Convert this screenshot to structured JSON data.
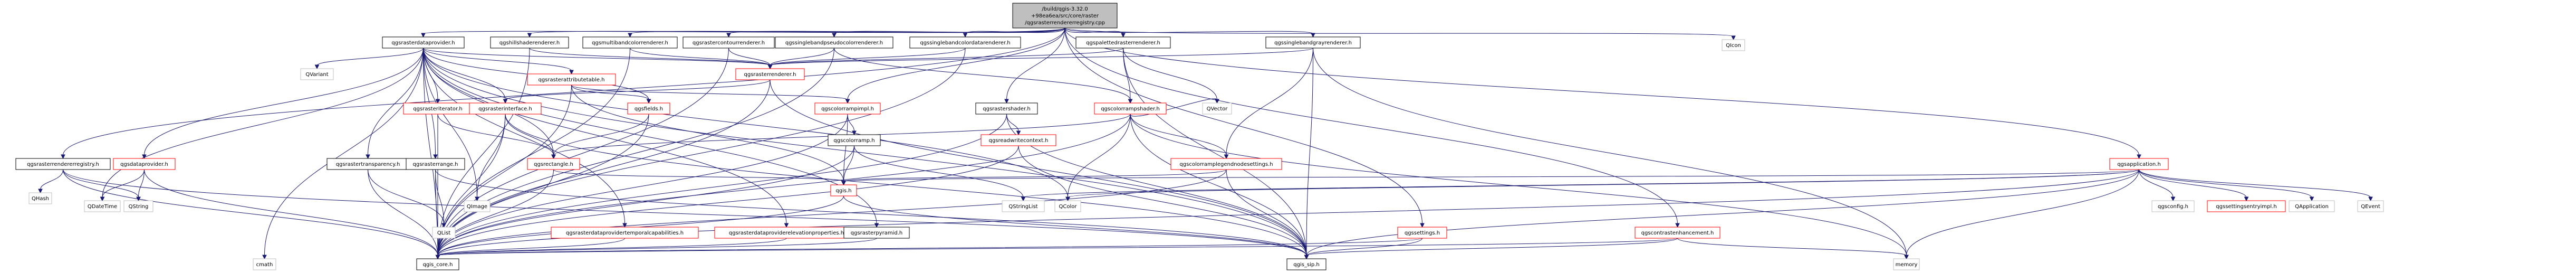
{
  "colors": {
    "edge": "#191970",
    "root_fill": "#bfbfbf",
    "red_border": "#ff0000",
    "plain_border": "#bfbfbf",
    "normal_border": "#000000"
  },
  "nodes": [
    {
      "id": "root",
      "lines": [
        "/build/qgis-3.32.0",
        "+98ea6ea/src/core/raster",
        "/qgsrasterrendererregistry.cpp"
      ],
      "style": "root"
    },
    {
      "id": "qgsrasterdataprovider",
      "lines": [
        "qgsrasterdataprovider.h"
      ],
      "style": "normal"
    },
    {
      "id": "qgshillshaderenderer",
      "lines": [
        "qgshillshaderenderer.h"
      ],
      "style": "normal"
    },
    {
      "id": "qgsmultibandcolorrenderer",
      "lines": [
        "qgsmultibandcolorrenderer.h"
      ],
      "style": "normal"
    },
    {
      "id": "qgsrastercontourrenderer",
      "lines": [
        "qgsrastercontourrenderer.h"
      ],
      "style": "normal"
    },
    {
      "id": "qgssinglebandpseudocolorrenderer",
      "lines": [
        "qgssinglebandpseudocolorrenderer.h"
      ],
      "style": "normal"
    },
    {
      "id": "qgssinglebandcolordatarenderer",
      "lines": [
        "qgssinglebandcolordatarenderer.h"
      ],
      "style": "normal"
    },
    {
      "id": "qgspalettedrasterrenderer",
      "lines": [
        "qgspalettedrasterrenderer.h"
      ],
      "style": "normal"
    },
    {
      "id": "qgssinglebandgrayrenderer",
      "lines": [
        "qgssinglebandgrayrenderer.h"
      ],
      "style": "normal"
    },
    {
      "id": "qicon",
      "lines": [
        "QIcon"
      ],
      "style": "plain"
    },
    {
      "id": "qvariant",
      "lines": [
        "QVariant"
      ],
      "style": "plain"
    },
    {
      "id": "qgsrasterrenderer",
      "lines": [
        "qgsrasterrenderer.h"
      ],
      "style": "red"
    },
    {
      "id": "qgsrasterattributetable",
      "lines": [
        "qgsrasterattributetable.h"
      ],
      "style": "red"
    },
    {
      "id": "qgsrasteriterator",
      "lines": [
        "qgsrasteriterator.h"
      ],
      "style": "red"
    },
    {
      "id": "qgsrasterinterface",
      "lines": [
        "qgsrasterinterface.h"
      ],
      "style": "red"
    },
    {
      "id": "qgsfields",
      "lines": [
        "qgsfields.h"
      ],
      "style": "red"
    },
    {
      "id": "qgscolorrampimpl",
      "lines": [
        "qgscolorrampimpl.h"
      ],
      "style": "red"
    },
    {
      "id": "qgsrastershader",
      "lines": [
        "qgsrastershader.h"
      ],
      "style": "normal"
    },
    {
      "id": "qgscolorrampshader",
      "lines": [
        "qgscolorrampshader.h"
      ],
      "style": "red"
    },
    {
      "id": "qgsrasterrendererregistry_h",
      "lines": [
        "qgsrasterrendererregistry.h"
      ],
      "style": "normal"
    },
    {
      "id": "qgsdataprovider",
      "lines": [
        "qgsdataprovider.h"
      ],
      "style": "red"
    },
    {
      "id": "qgsrastertransparency",
      "lines": [
        "qgsrastertransparency.h"
      ],
      "style": "normal"
    },
    {
      "id": "qgsrasterrange",
      "lines": [
        "qgsrasterrange.h"
      ],
      "style": "normal"
    },
    {
      "id": "qgsrectangle",
      "lines": [
        "qgsrectangle.h"
      ],
      "style": "red"
    },
    {
      "id": "qgscolorramp",
      "lines": [
        "qgscolorramp.h"
      ],
      "style": "normal"
    },
    {
      "id": "qgsreadwritecontext",
      "lines": [
        "qgsreadwritecontext.h"
      ],
      "style": "red"
    },
    {
      "id": "qgscolorramplegendnodesettings",
      "lines": [
        "qgscolorramplegendnodesettings.h"
      ],
      "style": "red"
    },
    {
      "id": "qgsapplication",
      "lines": [
        "qgsapplication.h"
      ],
      "style": "red"
    },
    {
      "id": "qhash",
      "lines": [
        "QHash"
      ],
      "style": "plain"
    },
    {
      "id": "qdatetime",
      "lines": [
        "QDateTime"
      ],
      "style": "plain"
    },
    {
      "id": "qstring",
      "lines": [
        "QString"
      ],
      "style": "plain"
    },
    {
      "id": "qimage",
      "lines": [
        "QImage"
      ],
      "style": "plain"
    },
    {
      "id": "qlist",
      "lines": [
        "QList"
      ],
      "style": "plain"
    },
    {
      "id": "qgsrasterdataprovidertemporalcapabilities",
      "lines": [
        "qgsrasterdataprovidertemporalcapabilities.h"
      ],
      "style": "red"
    },
    {
      "id": "qgsrasterdataproviderelevationproperties",
      "lines": [
        "qgsrasterdataproviderelevationproperties.h"
      ],
      "style": "red"
    },
    {
      "id": "qgsrasterpyramid",
      "lines": [
        "qgsrasterpyramid.h"
      ],
      "style": "normal"
    },
    {
      "id": "qgis",
      "lines": [
        "qgis.h"
      ],
      "style": "red"
    },
    {
      "id": "qstringlist",
      "lines": [
        "QStringList"
      ],
      "style": "plain"
    },
    {
      "id": "qcolor",
      "lines": [
        "QColor"
      ],
      "style": "plain"
    },
    {
      "id": "qvector",
      "lines": [
        "QVector"
      ],
      "style": "plain"
    },
    {
      "id": "qgssettings",
      "lines": [
        "qgssettings.h"
      ],
      "style": "red"
    },
    {
      "id": "qgscontrastenhancement",
      "lines": [
        "qgscontrastenhancement.h"
      ],
      "style": "red"
    },
    {
      "id": "qgsconfig",
      "lines": [
        "qgsconfig.h"
      ],
      "style": "plain"
    },
    {
      "id": "qgssettingsentryimpl",
      "lines": [
        "qgssettingsentryimpl.h"
      ],
      "style": "red"
    },
    {
      "id": "qapplication",
      "lines": [
        "QApplication"
      ],
      "style": "plain"
    },
    {
      "id": "qevent",
      "lines": [
        "QEvent"
      ],
      "style": "plain"
    },
    {
      "id": "cmath",
      "lines": [
        "cmath"
      ],
      "style": "plain"
    },
    {
      "id": "qgis_core",
      "lines": [
        "qgis_core.h"
      ],
      "style": "normal"
    },
    {
      "id": "qgis_sip",
      "lines": [
        "qgis_sip.h"
      ],
      "style": "normal"
    },
    {
      "id": "memory",
      "lines": [
        "memory"
      ],
      "style": "plain"
    }
  ],
  "edges": [
    [
      "root",
      "qgsrasterdataprovider"
    ],
    [
      "root",
      "qgshillshaderenderer"
    ],
    [
      "root",
      "qgsmultibandcolorrenderer"
    ],
    [
      "root",
      "qgsrastercontourrenderer"
    ],
    [
      "root",
      "qgssinglebandpseudocolorrenderer"
    ],
    [
      "root",
      "qgssinglebandcolordatarenderer"
    ],
    [
      "root",
      "qgspalettedrasterrenderer"
    ],
    [
      "root",
      "qgssinglebandgrayrenderer"
    ],
    [
      "root",
      "qicon"
    ],
    [
      "root",
      "qgsrasterrendererregistry_h"
    ],
    [
      "root",
      "qgsrastershader"
    ],
    [
      "root",
      "qgscolorrampimpl"
    ],
    [
      "root",
      "qgsapplication"
    ],
    [
      "root",
      "qgssettings"
    ],
    [
      "root",
      "qgscontrastenhancement"
    ],
    [
      "qgsrasterdataprovider",
      "qgis_core"
    ],
    [
      "qgsrasterdataprovider",
      "qgis_sip"
    ],
    [
      "qgsrasterdataprovider",
      "qgsrasterrenderer"
    ],
    [
      "qgsrasterdataprovider",
      "cmath"
    ],
    [
      "qgsrasterdataprovider",
      "qvariant"
    ],
    [
      "qgsrasterdataprovider",
      "qgsdataprovider"
    ],
    [
      "qgsrasterdataprovider",
      "qgsrasterattributetable"
    ],
    [
      "qgsrasterdataprovider",
      "qgsrasteriterator"
    ],
    [
      "qgsrasterdataprovider",
      "qgsrasterinterface"
    ],
    [
      "qgsrasterdataprovider",
      "qgsrastertransparency"
    ],
    [
      "qgsrasterdataprovider",
      "qgsrasterrange"
    ],
    [
      "qgsrasterdataprovider",
      "qgsrectangle"
    ],
    [
      "qgsrasterdataprovider",
      "qgsrasterdataprovidertemporalcapabilities"
    ],
    [
      "qgsrasterdataprovider",
      "qgsrasterdataproviderelevationproperties"
    ],
    [
      "qgsrasterdataprovider",
      "qgsrasterpyramid"
    ],
    [
      "qgsrasterdataprovider",
      "qgsfields"
    ],
    [
      "qgsrasterdataprovider",
      "qimage"
    ],
    [
      "qgsrasterdataprovider",
      "qdatetime"
    ],
    [
      "qgsrasterdataprovider",
      "qcolor"
    ],
    [
      "qgshillshaderenderer",
      "qgis_core"
    ],
    [
      "qgshillshaderenderer",
      "qgsrasterrenderer"
    ],
    [
      "qgsmultibandcolorrenderer",
      "qgis_core"
    ],
    [
      "qgsmultibandcolorrenderer",
      "qgsrasterrenderer"
    ],
    [
      "qgsrastercontourrenderer",
      "qgis_core"
    ],
    [
      "qgsrastercontourrenderer",
      "qgsrasterrenderer"
    ],
    [
      "qgssinglebandpseudocolorrenderer",
      "qgsrasterrenderer"
    ],
    [
      "qgssinglebandpseudocolorrenderer",
      "qgscolorrampshader"
    ],
    [
      "qgssinglebandpseudocolorrenderer",
      "qgis_core"
    ],
    [
      "qgssinglebandcolordatarenderer",
      "qgsrasterrenderer"
    ],
    [
      "qgssinglebandcolordatarenderer",
      "qgis_core"
    ],
    [
      "qgspalettedrasterrenderer",
      "qgsrasterrenderer"
    ],
    [
      "qgspalettedrasterrenderer",
      "qgscolorrampshader"
    ],
    [
      "qgspalettedrasterrenderer",
      "qvector"
    ],
    [
      "qgspalettedrasterrenderer",
      "qgis_sip"
    ],
    [
      "qgssinglebandgrayrenderer",
      "qgsrasterrenderer"
    ],
    [
      "qgssinglebandgrayrenderer",
      "qgscolorramplegendnodesettings"
    ],
    [
      "qgssinglebandgrayrenderer",
      "memory"
    ],
    [
      "qgssinglebandgrayrenderer",
      "qgis_sip"
    ],
    [
      "qgsrasterrenderer",
      "qgsrasterinterface"
    ],
    [
      "qgsrasterrenderer",
      "qgis_core"
    ],
    [
      "qgsrasterrenderer",
      "qgis_sip"
    ],
    [
      "qgsrasterattributetable",
      "qgsfields"
    ],
    [
      "qgsrasterattributetable",
      "qgscolorrampimpl"
    ],
    [
      "qgsrasterattributetable",
      "qgis"
    ],
    [
      "qgsrasterattributetable",
      "qgis_core"
    ],
    [
      "qgsrasteriterator",
      "qgsrectangle"
    ],
    [
      "qgsrasteriterator",
      "qgis_core"
    ],
    [
      "qgsrasterinterface",
      "qgsrectangle"
    ],
    [
      "qgsrasterinterface",
      "qimage"
    ],
    [
      "qgsrasterinterface",
      "qgis_core"
    ],
    [
      "qgsrasterinterface",
      "qgis_sip"
    ],
    [
      "qgsfields",
      "qgsrectangle"
    ],
    [
      "qgsfields",
      "qgis_core"
    ],
    [
      "qgscolorrampimpl",
      "qgscolorramp"
    ],
    [
      "qgscolorrampimpl",
      "qgis"
    ],
    [
      "qgscolorrampimpl",
      "qgis_core"
    ],
    [
      "qgsrastershader",
      "qgsreadwritecontext"
    ],
    [
      "qgsrastershader",
      "qgis_core"
    ],
    [
      "qgsrastershader",
      "qgis_sip"
    ],
    [
      "qgscolorrampshader",
      "qgscolorramplegendnodesettings"
    ],
    [
      "qgscolorrampshader",
      "qgsrectangle"
    ],
    [
      "qgscolorrampshader",
      "qcolor"
    ],
    [
      "qgscolorrampshader",
      "qvector"
    ],
    [
      "qgscolorrampshader",
      "qgis_core"
    ],
    [
      "qgscolorrampshader",
      "qgis_sip"
    ],
    [
      "qgscolorrampshader",
      "memory"
    ],
    [
      "qgsrasterrendererregistry_h",
      "qhash"
    ],
    [
      "qgsrasterrendererregistry_h",
      "qstring"
    ],
    [
      "qgsrasterrendererregistry_h",
      "qgis_core"
    ],
    [
      "qgsrasterrendererregistry_h",
      "qgis_sip"
    ],
    [
      "qgsdataprovider",
      "qdatetime"
    ],
    [
      "qgsdataprovider",
      "qstring"
    ],
    [
      "qgsdataprovider",
      "qgis_core"
    ],
    [
      "qgsrastertransparency",
      "qlist"
    ],
    [
      "qgsrastertransparency",
      "qgis_core"
    ],
    [
      "qgsrasterrange",
      "qlist"
    ],
    [
      "qgsrasterrange",
      "qgis_core"
    ],
    [
      "qgsrasterrange",
      "qgis_sip"
    ],
    [
      "qgsrectangle",
      "qgis"
    ],
    [
      "qgsrectangle",
      "qgis_core"
    ],
    [
      "qgscolorramp",
      "qgis"
    ],
    [
      "qgscolorramp",
      "qstringlist"
    ],
    [
      "qgscolorramp",
      "qgis_core"
    ],
    [
      "qgsreadwritecontext",
      "qgis_core"
    ],
    [
      "qgsreadwritecontext",
      "qgis_sip"
    ],
    [
      "qgscolorramplegendnodesettings",
      "qgis"
    ],
    [
      "qgscolorramplegendnodesettings",
      "qgis_core"
    ],
    [
      "qgscolorramplegendnodesettings",
      "qgis_sip"
    ],
    [
      "qgsrasterdataprovidertemporalcapabilities",
      "qgis_core"
    ],
    [
      "qgsrasterdataproviderelevationproperties",
      "qgis_core"
    ],
    [
      "qgsrasterpyramid",
      "qgis_core"
    ],
    [
      "qgis",
      "qgis_core"
    ],
    [
      "qgis",
      "qgis_sip"
    ],
    [
      "qgsapplication",
      "qgis"
    ],
    [
      "qgsapplication",
      "qgsconfig"
    ],
    [
      "qgsapplication",
      "qgssettingsentryimpl"
    ],
    [
      "qgsapplication",
      "qapplication"
    ],
    [
      "qgsapplication",
      "qevent"
    ],
    [
      "qgsapplication",
      "qstringlist"
    ],
    [
      "qgsapplication",
      "qgis_core"
    ],
    [
      "qgsapplication",
      "qgis_sip"
    ],
    [
      "qgsapplication",
      "memory"
    ],
    [
      "qgsapplication",
      "qcolor"
    ],
    [
      "qgssettings",
      "qgis_core"
    ],
    [
      "qgssettings",
      "qgis_sip"
    ],
    [
      "qgscontrastenhancement",
      "qgis_core"
    ],
    [
      "qgscontrastenhancement",
      "qgis_sip"
    ],
    [
      "qgscontrastenhancement",
      "memory"
    ]
  ]
}
